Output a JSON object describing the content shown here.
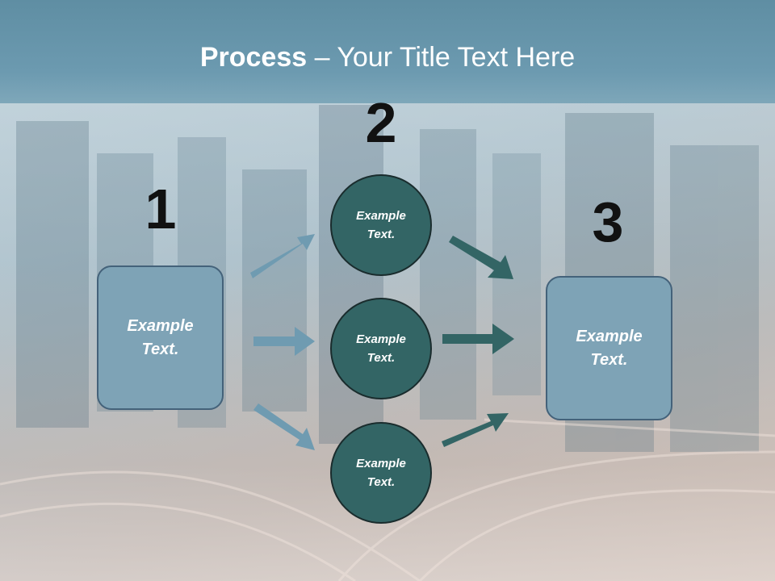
{
  "slide": {
    "title_bold": "Process",
    "title_rest": " – Your Title Text Here"
  },
  "steps": {
    "one": "1",
    "two": "2",
    "three": "3"
  },
  "left_box": {
    "text": "Example\nText."
  },
  "circles": [
    {
      "text": "Example\nText."
    },
    {
      "text": "Example\nText."
    },
    {
      "text": "Example\nText."
    }
  ],
  "right_box": {
    "text": "Example\nText."
  },
  "colors": {
    "title_band": "#6c9ab0",
    "box_fill": "#7ea3b6",
    "circle_fill": "#336565",
    "arrow_blue": "#6f9bb1",
    "arrow_teal": "#336565"
  }
}
